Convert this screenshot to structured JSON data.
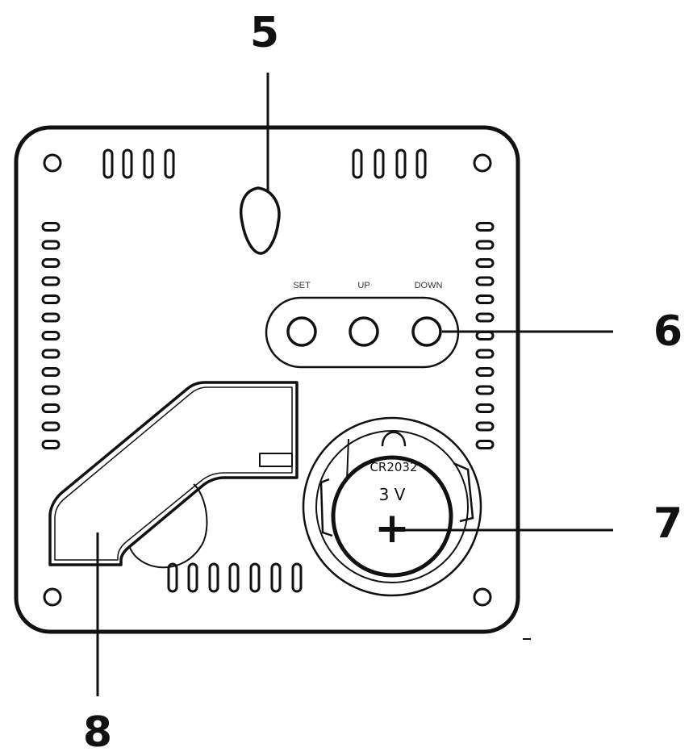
{
  "callouts": {
    "c5": "5",
    "c6": "6",
    "c7": "7",
    "c8": "8"
  },
  "buttons": {
    "set": "SET",
    "up": "UP",
    "down": "DOWN"
  },
  "battery": {
    "model": "CR2032",
    "voltage": "3 V",
    "polarity": "+"
  },
  "colors": {
    "stroke": "#111111",
    "background": "#ffffff"
  }
}
